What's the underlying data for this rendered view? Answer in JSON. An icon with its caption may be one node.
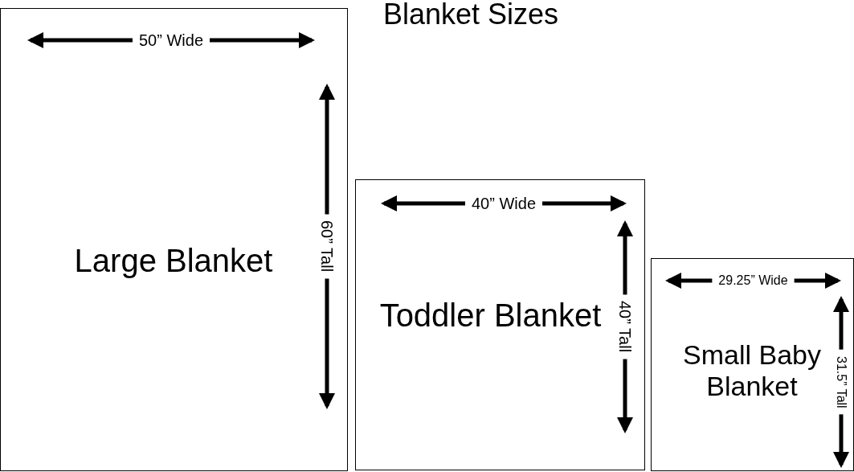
{
  "diagram": {
    "title": "Blanket Sizes",
    "nodes": [
      {
        "text": [
          "Large Blanket"
        ]
      },
      {
        "text": [
          "Toddler Blanket"
        ]
      },
      {
        "text": [
          "Small Baby Blanket"
        ]
      }
    ],
    "labels": [
      "50” Wide",
      "60” Tall",
      "40” Wide",
      "40” Tall",
      "29.25” Wide",
      "31.5” Tall"
    ]
  }
}
